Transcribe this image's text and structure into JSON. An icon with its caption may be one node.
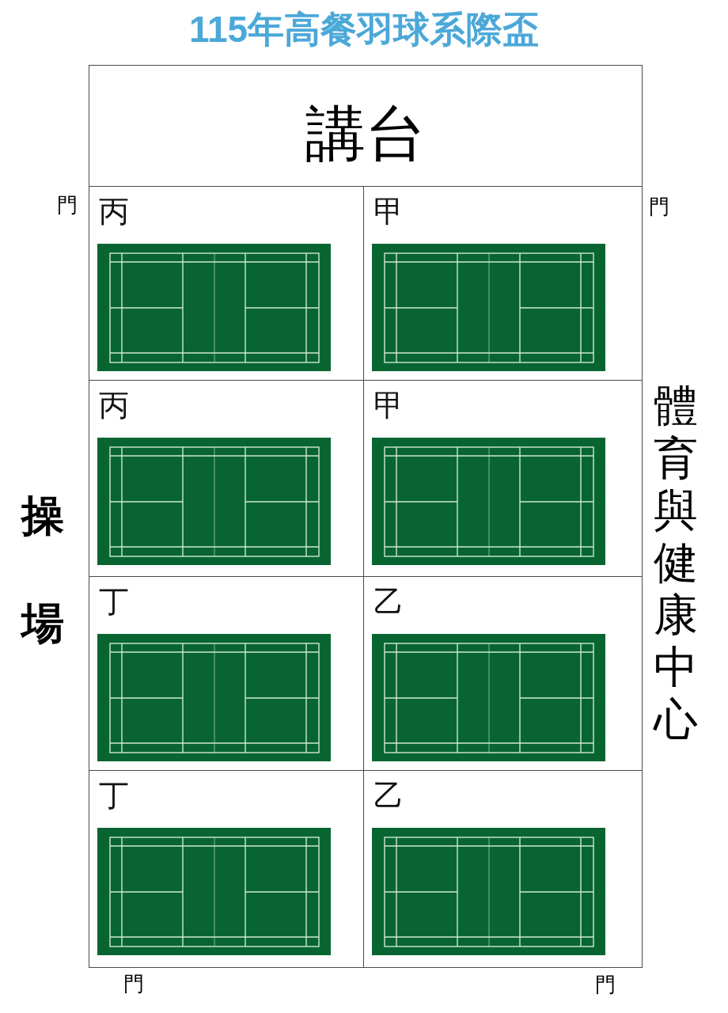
{
  "diagram": {
    "title": "115年高餐羽球系際盃",
    "nodes": [
      {
        "text": [
          "講台"
        ]
      },
      {
        "text": [
          "丙"
        ]
      },
      {
        "text": [
          "甲"
        ]
      },
      {
        "text": [
          "丙"
        ]
      },
      {
        "text": [
          "甲"
        ]
      },
      {
        "text": [
          "丁"
        ]
      },
      {
        "text": [
          "乙"
        ]
      },
      {
        "text": [
          "丁"
        ]
      },
      {
        "text": [
          "乙"
        ]
      }
    ],
    "labels": [
      "門",
      "門",
      "操場",
      "體育與健康中心",
      "門",
      "門"
    ]
  }
}
